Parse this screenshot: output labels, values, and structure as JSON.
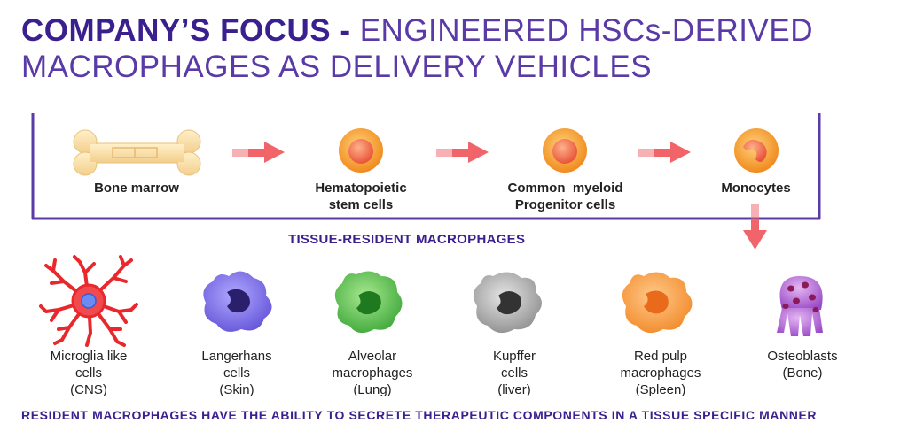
{
  "title": {
    "bold": "COMPANY’S FOCUS -",
    "light_line1": " ENGINEERED HSCs-DERIVED",
    "line2": "MACROPHAGES AS DELIVERY VEHICLES"
  },
  "pathway": {
    "bone_marrow": "Bone marrow",
    "hsc_line1": "Hematopoietic",
    "hsc_line2": "stem cells",
    "cmp_line1": "Common  myeloid",
    "cmp_line2": "Progenitor cells",
    "monocytes": "Monocytes"
  },
  "section_header": "TISSUE-RESIDENT MACROPHAGES",
  "macrophages": [
    {
      "line1": "Microglia like",
      "line2": "cells",
      "line3": "(CNS)"
    },
    {
      "line1": "Langerhans",
      "line2": "cells",
      "line3": "(Skin)"
    },
    {
      "line1": "Alveolar",
      "line2": "macrophages",
      "line3": "(Lung)"
    },
    {
      "line1": "Kupffer",
      "line2": "cells",
      "line3": "(liver)"
    },
    {
      "line1": "Red pulp",
      "line2": "macrophages",
      "line3": "(Spleen)"
    },
    {
      "line1": "Osteoblasts",
      "line2": "(Bone)"
    }
  ],
  "footer": "RESIDENT MACROPHAGES HAVE THE ABILITY TO SECRETE THERAPEUTIC COMPONENTS IN A TISSUE SPECIFIC MANNER",
  "colors": {
    "purple": "#3a1f8f",
    "arrow": "#f0646a",
    "bone": "#f8dca0",
    "cell_orange": "#f7a23a",
    "microglia": "#e8282c",
    "langerhans": "#7b6be8",
    "alveolar": "#5bc24a",
    "kupffer": "#a8a8a8",
    "redpulp": "#f79a38",
    "osteoblast": "#b467d6"
  },
  "icons": [
    "bone-icon",
    "hsc-cell-icon",
    "cmp-cell-icon",
    "monocyte-cell-icon",
    "microglia-icon",
    "langerhans-icon",
    "alveolar-icon",
    "kupffer-icon",
    "redpulp-icon",
    "osteoblast-icon"
  ]
}
